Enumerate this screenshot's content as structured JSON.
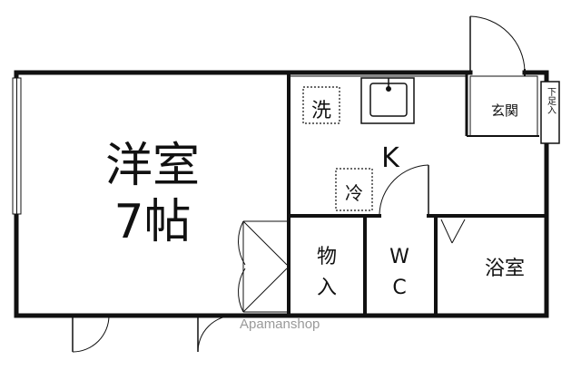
{
  "rooms": {
    "western_room": "洋室",
    "western_room_size": "7帖",
    "kitchen": "K",
    "laundry": "洗",
    "fridge": "冷",
    "storage_line1": "物",
    "storage_line2": "入",
    "wc_line1": "W",
    "wc_line2": "C",
    "bathroom": "浴室",
    "entrance": "玄関",
    "shoe_box": "下足入"
  },
  "watermark": "Apamanshop",
  "colors": {
    "wall": "#111111",
    "background": "#ffffff",
    "watermark": "#9a9a9a"
  }
}
